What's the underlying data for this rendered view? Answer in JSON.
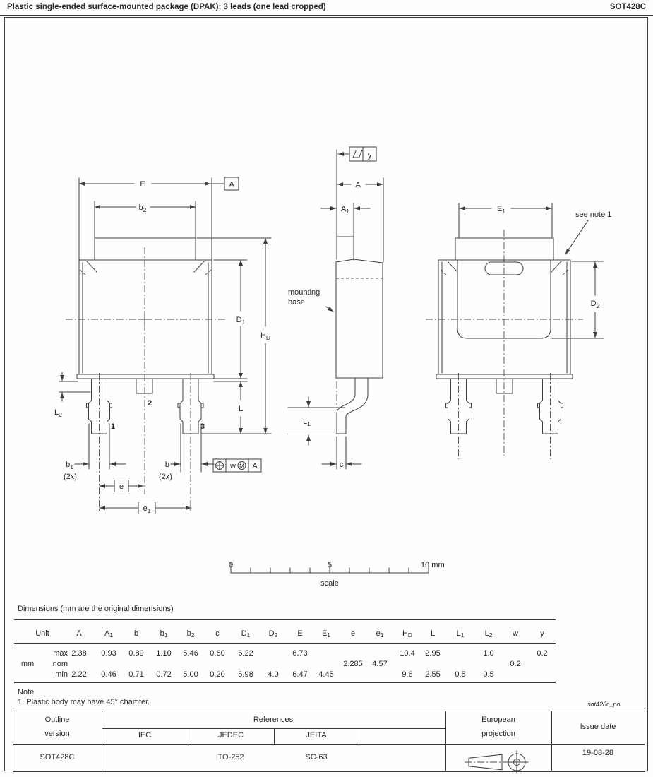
{
  "header": {
    "title": "Plastic single-ended surface-mounted package (DPAK); 3 leads (one lead cropped)",
    "code": "SOT428C"
  },
  "drawing": {
    "labels": {
      "E": {
        "b": "E",
        "s": ""
      },
      "b2": {
        "b": "b",
        "s": "2"
      },
      "datumA": "A",
      "D1": {
        "b": "D",
        "s": "1"
      },
      "HD": {
        "b": "H",
        "s": "D"
      },
      "L": {
        "b": "L",
        "s": ""
      },
      "L2": {
        "b": "L",
        "s": "2"
      },
      "b1": {
        "b": "b",
        "s": "1"
      },
      "b": {
        "b": "b",
        "s": ""
      },
      "twox": "(2x)",
      "e": {
        "b": "e",
        "s": ""
      },
      "e1": {
        "b": "e",
        "s": "1"
      },
      "pos_w": "w",
      "pos_m": "M",
      "pos_a": "A",
      "pin1": "1",
      "pin2": "2",
      "pin3": "3",
      "A": {
        "b": "A",
        "s": ""
      },
      "A1": {
        "b": "A",
        "s": "1"
      },
      "flat_y": "y",
      "mounting1": "mounting",
      "mounting2": "base",
      "L1": {
        "b": "L",
        "s": "1"
      },
      "c": {
        "b": "c",
        "s": ""
      },
      "E1": {
        "b": "E",
        "s": "1"
      },
      "see_note": "see note 1",
      "D2": {
        "b": "D",
        "s": "2"
      }
    },
    "scale": {
      "zero": "0",
      "five": "5",
      "ten": "10 mm",
      "label": "scale"
    }
  },
  "table": {
    "caption": "Dimensions (mm are the original dimensions)",
    "unit_header": "Unit",
    "unit": "mm",
    "row_labels": [
      "max",
      "nom",
      "min"
    ],
    "columns": [
      {
        "b": "A",
        "s": ""
      },
      {
        "b": "A",
        "s": "1"
      },
      {
        "b": "b",
        "s": ""
      },
      {
        "b": "b",
        "s": "1"
      },
      {
        "b": "b",
        "s": "2"
      },
      {
        "b": "c",
        "s": ""
      },
      {
        "b": "D",
        "s": "1"
      },
      {
        "b": "D",
        "s": "2"
      },
      {
        "b": "E",
        "s": ""
      },
      {
        "b": "E",
        "s": "1"
      },
      {
        "b": "e",
        "s": ""
      },
      {
        "b": "e",
        "s": "1"
      },
      {
        "b": "H",
        "s": "D"
      },
      {
        "b": "L",
        "s": ""
      },
      {
        "b": "L",
        "s": "1"
      },
      {
        "b": "L",
        "s": "2"
      },
      {
        "b": "w",
        "s": ""
      },
      {
        "b": "y",
        "s": ""
      }
    ],
    "rows": {
      "max": [
        "2.38",
        "0.93",
        "0.89",
        "1.10",
        "5.46",
        "0.60",
        "6.22",
        "",
        "6.73",
        "",
        "",
        "",
        "10.4",
        "2.95",
        "",
        "1.0",
        "",
        "0.2"
      ],
      "nom": [
        "",
        "",
        "",
        "",
        "",
        "",
        "",
        "",
        "",
        "",
        "2.285",
        "4.57",
        "",
        "",
        "",
        "",
        "0.2",
        ""
      ],
      "min": [
        "2.22",
        "0.46",
        "0.71",
        "0.72",
        "5.00",
        "0.20",
        "5.98",
        "4.0",
        "6.47",
        "4.45",
        "",
        "",
        "9.6",
        "2.55",
        "0.5",
        "0.5",
        "",
        ""
      ]
    }
  },
  "note": {
    "heading": "Note",
    "item1": "1. Plastic body may have 45° chamfer.",
    "tag": "sot428c_po"
  },
  "footer": {
    "outline1": "Outline",
    "outline2": "version",
    "references": "References",
    "iec": "IEC",
    "jedec": "JEDEC",
    "jeita": "JEITA",
    "euro1": "European",
    "euro2": "projection",
    "issue": "Issue date",
    "outline_version": "SOT428C",
    "jedec_val": "TO-252",
    "jeita_val": "SC-63",
    "date": "19-08-28"
  }
}
